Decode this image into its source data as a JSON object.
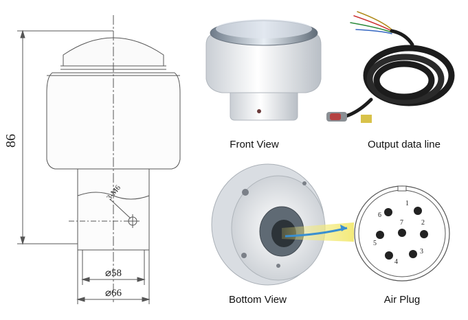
{
  "drawing": {
    "height_label": "86",
    "thread_label": "3-M6",
    "dia_inner_label": "⌀58",
    "dia_outer_label": "⌀66"
  },
  "captions": {
    "front_view": "Front View",
    "output_line": "Output data line",
    "bottom_view": "Bottom View",
    "air_plug": "Air Plug"
  },
  "air_plug": {
    "pins": [
      "1",
      "2",
      "3",
      "4",
      "5",
      "6",
      "7"
    ]
  },
  "colors": {
    "line": "#555555",
    "body": "#eef0f2",
    "cap": "#b9c2cc",
    "cable": "#1c1c1c",
    "arrow_glow": "#f3ea7a",
    "arrow": "#3a8fd0"
  }
}
